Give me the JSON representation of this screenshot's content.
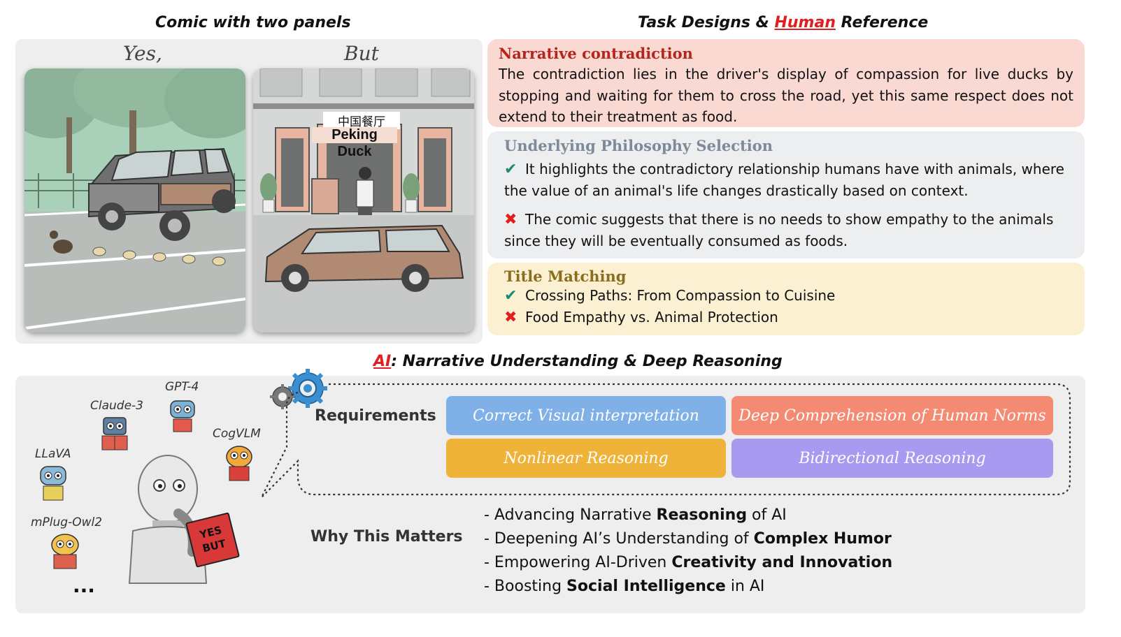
{
  "comic": {
    "heading": "Comic with two panels",
    "panel_left_label": "Yes,",
    "panel_right_label": "But",
    "sign_line1": "中国餐厅",
    "sign_line2": "Peking",
    "sign_line3": "Duck"
  },
  "task": {
    "heading_part1": "Task Designs & ",
    "heading_human": "Human",
    "heading_part2": " Reference",
    "narrative_title": "Narrative contradiction",
    "narrative_text": "The contradiction lies in the driver's display of compassion for live ducks by stopping and waiting for them to cross the road, yet this same respect does not extend to their treatment as food.",
    "philosophy_title": "Underlying Philosophy Selection",
    "philosophy_correct": "It highlights the contradictory relationship humans have with animals, where the value of an animal's  life changes drastically based on context.",
    "philosophy_wrong": "The comic suggests that there is no needs to show empathy to the animals since they will be eventually consumed as foods.",
    "title_matching_title": "Title Matching",
    "title_correct": "Crossing Paths: From Compassion to Cuisine",
    "title_wrong": "Food Empathy vs. Animal Protection",
    "check_symbol": "✔",
    "cross_symbol": "✖"
  },
  "ai": {
    "heading_ai": "AI",
    "heading_rest": ": Narrative Understanding & Deep Reasoning",
    "models": {
      "gpt4": "GPT-4",
      "claude": "Claude-3",
      "cogvlm": "CogVLM",
      "llava": "LLaVA",
      "mplug": "mPlug-Owl2",
      "ellipsis": "..."
    },
    "book_text_line1": "YES",
    "book_text_line2": "BUT",
    "requirements_label": "Requirements",
    "requirements": [
      "Correct Visual interpretation",
      "Deep Comprehension of Human Norms",
      "Nonlinear Reasoning",
      "Bidirectional Reasoning"
    ],
    "requirement_colors": [
      "#7fb0e8",
      "#f48a72",
      "#f0b33a",
      "#a79af0"
    ],
    "why_label": "Why This Matters",
    "why_items": [
      {
        "pre": "- Advancing Narrative ",
        "bold": "Reasoning",
        "post": " of AI"
      },
      {
        "pre": "- Deepening AI’s Understanding of ",
        "bold": "Complex Humor",
        "post": ""
      },
      {
        "pre": "- Empowering AI-Driven ",
        "bold": "Creativity and Innovation",
        "post": ""
      },
      {
        "pre": "- Boosting ",
        "bold": "Social Intelligence",
        "post": " in AI"
      }
    ]
  },
  "colors": {
    "narrative_bg": "#f9d9d2",
    "narrative_title": "#b3261e",
    "philosophy_bg": "#eceef0",
    "philosophy_title": "#7f8a99",
    "title_bg": "#fbf0d2",
    "title_title": "#8a6d1d"
  }
}
